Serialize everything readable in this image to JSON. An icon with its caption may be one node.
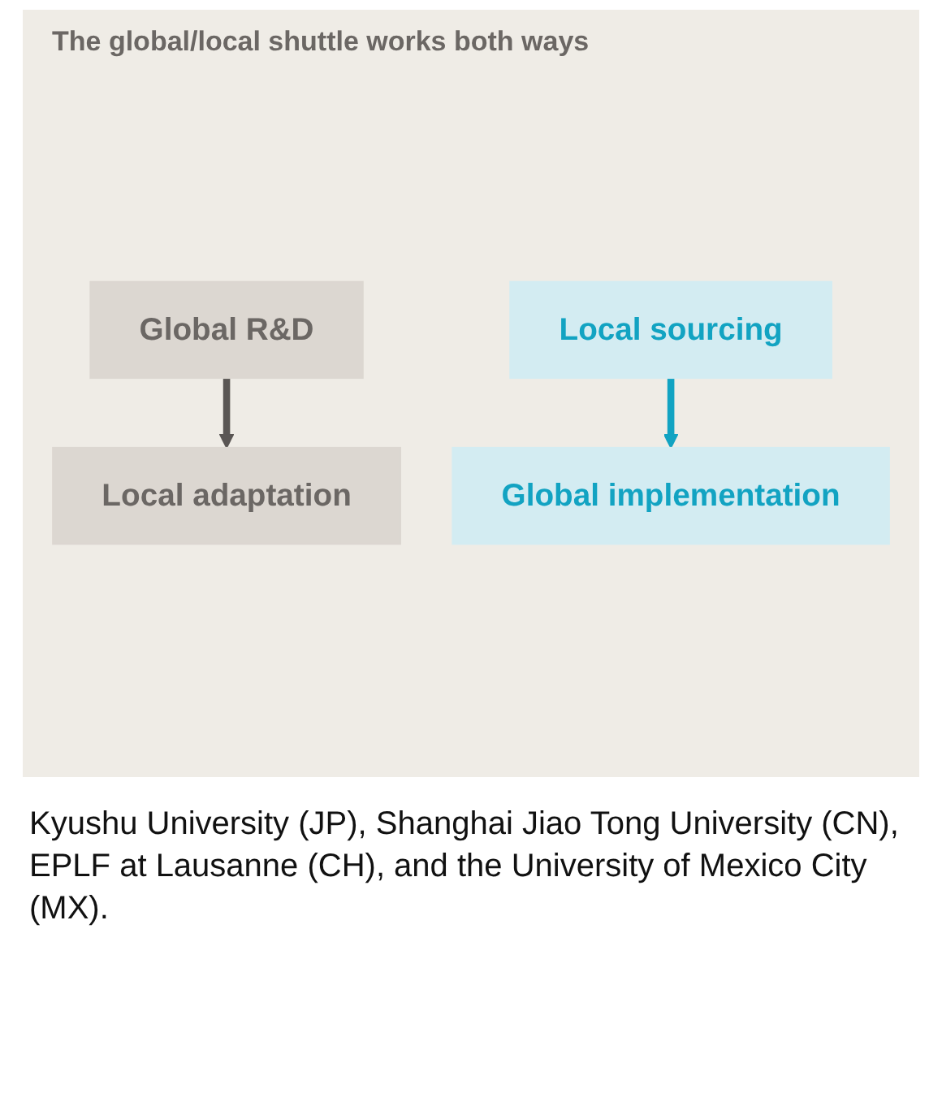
{
  "diagram": {
    "title": "The global/local shuttle works both ways",
    "caption": "Kyushu University (JP), Shanghai Jiao Tong University (CN), EPLF at Lausanne (CH), and the University of Mexico City (MX).",
    "nodes": [
      {
        "text": [
          "Global R&D"
        ]
      },
      {
        "text": [
          "Local adaptation"
        ]
      },
      {
        "text": [
          "Local sourcing"
        ]
      },
      {
        "text": [
          "Global implementation"
        ]
      }
    ],
    "edges": [
      {
        "from": 0,
        "to": 1,
        "arrow": "to",
        "color": "#5a5654"
      },
      {
        "from": 2,
        "to": 3,
        "arrow": "to",
        "color": "#12a3c2"
      }
    ]
  }
}
